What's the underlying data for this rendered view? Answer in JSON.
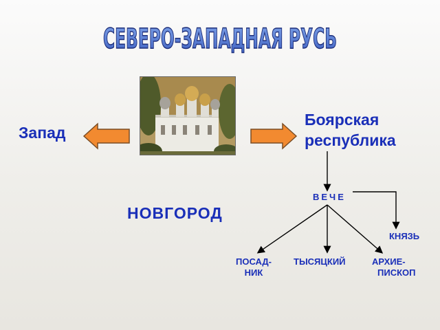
{
  "title": "СЕВЕРО-ЗАПАДНАЯ РУСЬ",
  "left_label": "Запад",
  "right_label": "Боярская республика",
  "city": "НОВГОРОД",
  "diagram": {
    "veche": "ВЕЧЕ",
    "knyaz": "КНЯЗЬ",
    "posadnik": [
      "ПОСАД-",
      "НИК"
    ],
    "tysyatsky": "ТЫСЯЦКИЙ",
    "arkhiepiskop": [
      "АРХИЕ-",
      "ПИСКОП"
    ]
  },
  "colors": {
    "label_blue": "#1a2fb8",
    "title_fill": "#4a73c9",
    "arrow_fill": "#f28a30"
  },
  "image": "cathedral-photo"
}
